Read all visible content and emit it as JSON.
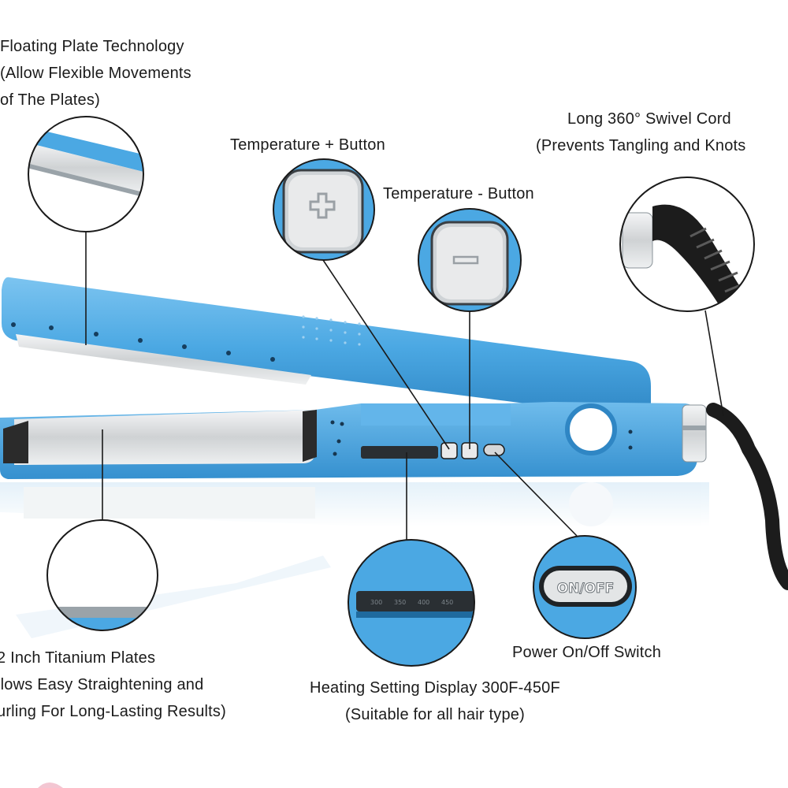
{
  "colors": {
    "body_blue": "#4ba8e3",
    "body_blue_dark": "#2f86c4",
    "plate_silver": "#d8dadb",
    "cord_black": "#1c1c1c",
    "callout_outline": "#1a1a1a"
  },
  "callouts": {
    "floating_plate": {
      "line1": "Floating Plate Technology",
      "line2": "(Allow Flexible Movements",
      "line3": "of The Plates)"
    },
    "temp_plus": {
      "line1": "Temperature + Button"
    },
    "temp_minus": {
      "line1": "Temperature - Button"
    },
    "swivel_cord": {
      "line1": "Long 360° Swivel Cord",
      "line2": "(Prevents Tangling and Knots"
    },
    "titanium_plates": {
      "line1": "2 Inch Titanium Plates",
      "line2": "llows Easy Straightening and",
      "line3": "urling For Long-Lasting Results)"
    },
    "heat_display": {
      "line1": "Heating Setting Display 300F-450F",
      "line2": "(Suitable for all hair type)"
    },
    "power_switch": {
      "line1": "Power On/Off Switch"
    }
  },
  "switch_text": "ON/OFF",
  "heat_scale_ticks": [
    "300",
    "350",
    "400",
    "450"
  ]
}
